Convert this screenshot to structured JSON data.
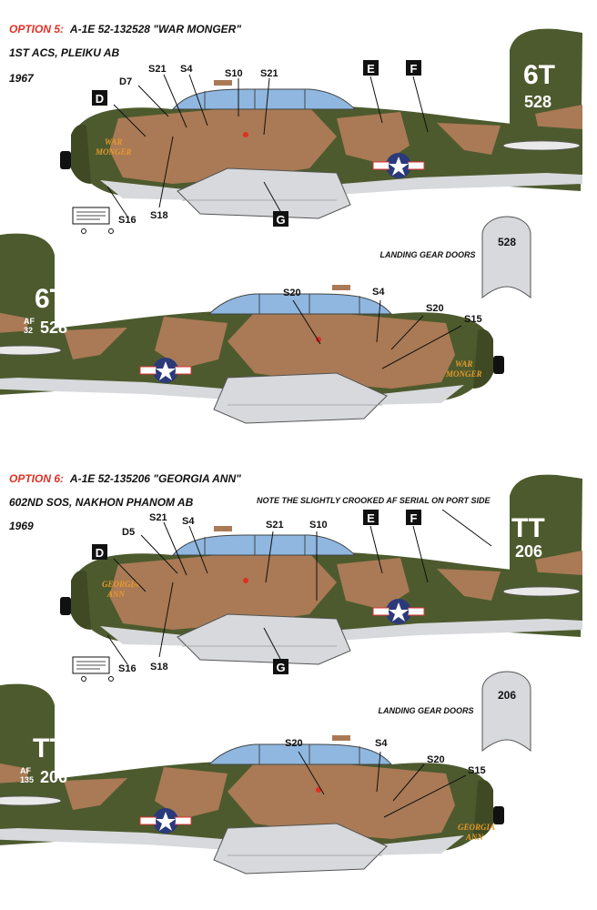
{
  "colors": {
    "green": "#4d5a2e",
    "tan": "#a97a55",
    "gray": "#d7d9dc",
    "canopy": "#8fb7e0",
    "red": "#e03024",
    "yellow": "#e59a2a"
  },
  "option5": {
    "prefix": "OPTION 5:",
    "title": "A-1E  52-132528  \"WAR MONGER\"",
    "unit": "1ST ACS, PLEIKU AB",
    "year": "1967",
    "code": "6T",
    "serial": "528",
    "af": "AF",
    "af_num": "32",
    "nick1": "WAR",
    "nick2": "MONGER",
    "door_number": "528",
    "starboard_labels": {
      "d7": "D7",
      "s21a": "S21",
      "s4": "S4",
      "s10": "S10",
      "s21b": "S21",
      "s16": "S16",
      "s18": "S18"
    },
    "port_labels": {
      "s20a": "S20",
      "s4": "S4",
      "s20b": "S20",
      "s15": "S15"
    },
    "boxes": {
      "d": "D",
      "e": "E",
      "f": "F",
      "g": "G"
    },
    "landing_gear": "LANDING GEAR DOORS"
  },
  "option6": {
    "prefix": "OPTION 6:",
    "title": "A-1E  52-135206  \"GEORGIA ANN\"",
    "unit": "602ND SOS, NAKHON PHANOM AB",
    "year": "1969",
    "note": "NOTE THE SLIGHTLY CROOKED AF SERIAL ON PORT SIDE",
    "code": "TT",
    "serial": "206",
    "af": "AF",
    "af_num": "135",
    "nick1": "GEORGIA",
    "nick2": "ANN",
    "door_number": "206",
    "starboard_labels": {
      "d5": "D5",
      "s21a": "S21",
      "s4": "S4",
      "s21b": "S21",
      "s10": "S10",
      "s16": "S16",
      "s18": "S18"
    },
    "port_labels": {
      "s20a": "S20",
      "s4": "S4",
      "s20b": "S20",
      "s15": "S15"
    },
    "boxes": {
      "d": "D",
      "e": "E",
      "f": "F",
      "g": "G"
    },
    "landing_gear": "LANDING GEAR DOORS"
  }
}
